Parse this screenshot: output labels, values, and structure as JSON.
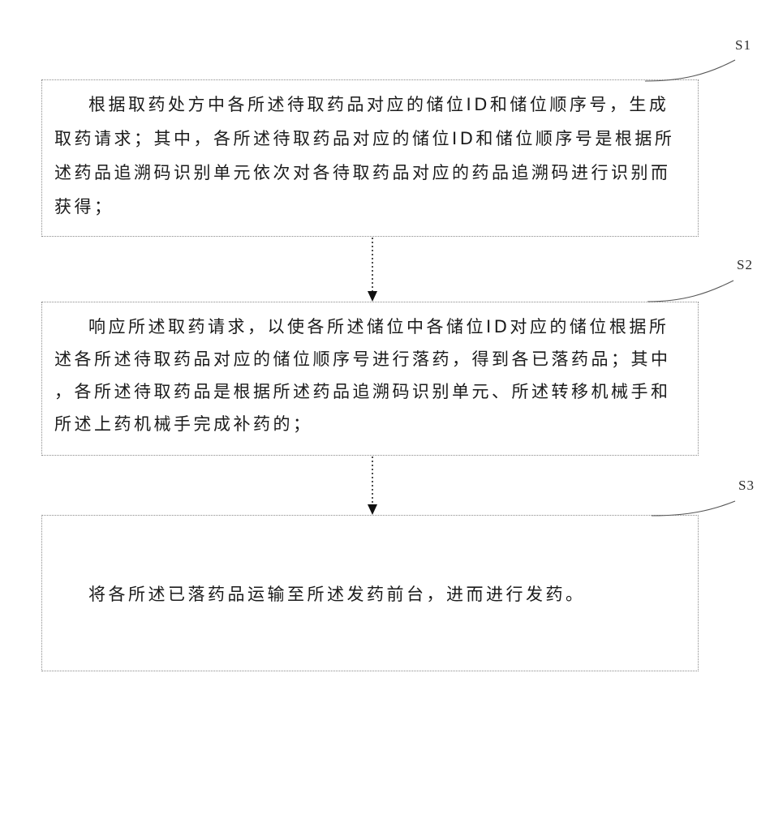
{
  "figure": {
    "background": "#ffffff",
    "box_border_color": "#8a8a8a",
    "text_color": "#1b1b1b",
    "steps": [
      {
        "label": "S1",
        "lines": [
          "根据取药处方中各所述待取药品对应的储位ID和储位顺序号，生成",
          "取药请求；其中，各所述待取药品对应的储位ID和储位顺序号是根据所",
          "述药品追溯码识别单元依次对各待取药品对应的药品追溯码进行识别而",
          "获得；"
        ]
      },
      {
        "label": "S2",
        "lines": [
          "响应所述取药请求，以使各所述储位中各储位ID对应的储位根据所",
          "述各所述待取药品对应的储位顺序号进行落药，得到各已落药品；其中",
          "，各所述待取药品是根据所述药品追溯码识别单元、所述转移机械手和",
          "所述上药机械手完成补药的；"
        ]
      },
      {
        "label": "S3",
        "lines": [
          "将各所述已落药品运输至所述发药前台，进而进行发药。"
        ]
      }
    ]
  }
}
